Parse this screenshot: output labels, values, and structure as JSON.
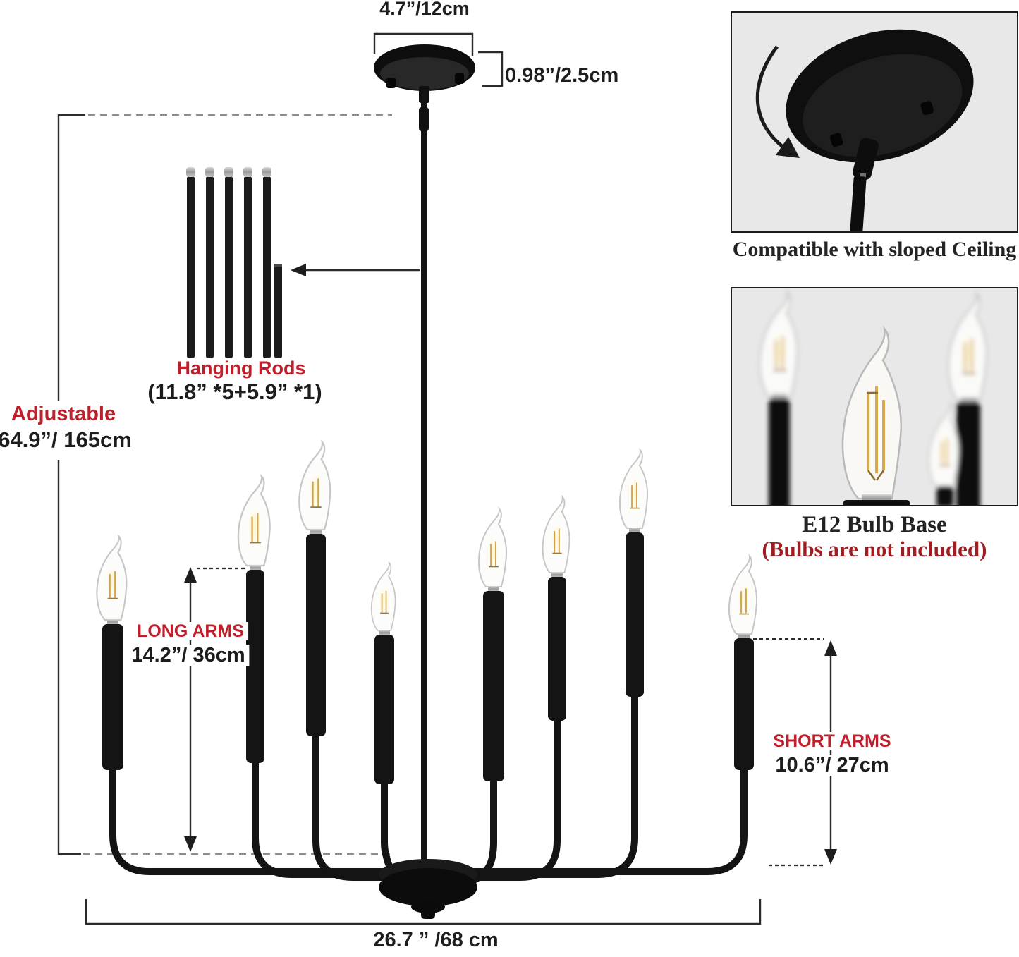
{
  "colors": {
    "accent_red": "#bf1e2b",
    "deep_red": "#a01d22",
    "ink": "#1d1d1d",
    "dimension_line": "#2b2b2b",
    "inset_background": "#e8e8e8",
    "fixture_black": "#121212"
  },
  "annotations": {
    "canopy_width": "4.7”/12cm",
    "canopy_height": "0.98”/2.5cm",
    "adjustable_label": "Adjustable",
    "adjustable_value": "64.9”/ 165cm",
    "hanging_rods_label": "Hanging Rods",
    "hanging_rods_spec": "(11.8” *5+5.9” *1)",
    "long_arms_label": "LONG ARMS",
    "long_arms_value": "14.2”/ 36cm",
    "short_arms_label": "SHORT ARMS",
    "short_arms_value": "10.6”/ 27cm",
    "overall_width": "26.7 ” /68 cm"
  },
  "insets": {
    "sloped_ceiling": {
      "caption": "Compatible with sloped Ceiling"
    },
    "bulb": {
      "caption_line1": "E12 Bulb Base",
      "caption_line2": "(Bulbs are not included)"
    }
  },
  "icons": {
    "rod_pointer": "left-arrow-icon",
    "rotation_arrow": "curved-rotation-arrow-icon",
    "long_arms_measure": "vertical-double-arrow-icon",
    "short_arms_measure": "vertical-double-arrow-icon"
  }
}
